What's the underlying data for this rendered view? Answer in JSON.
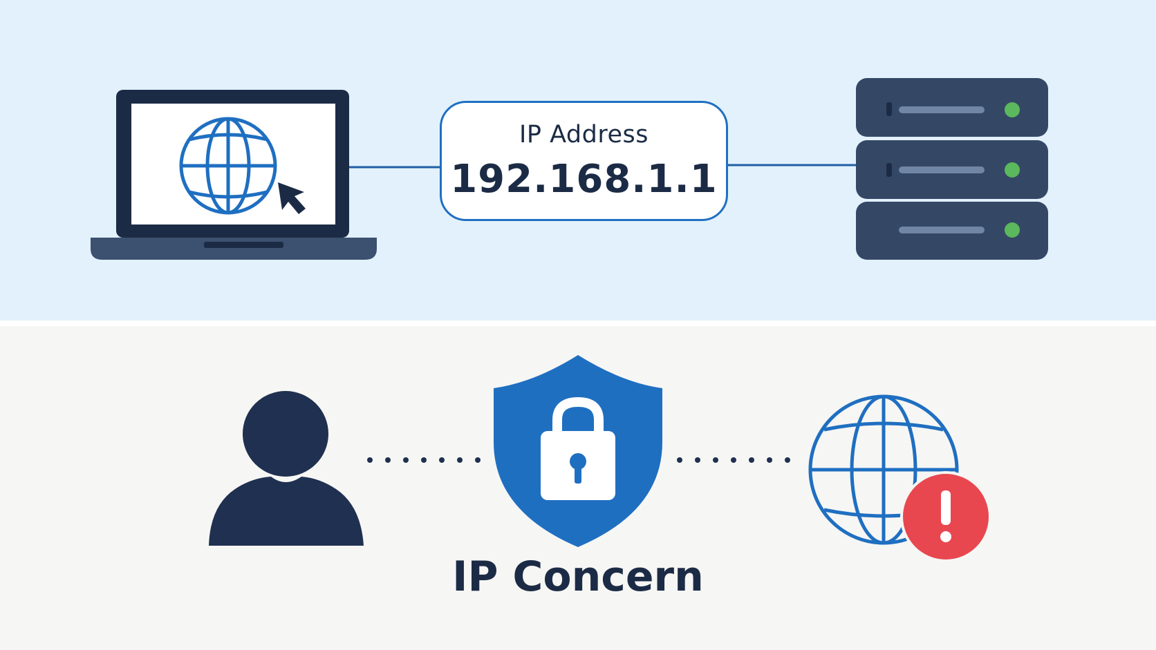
{
  "ip_box": {
    "label": "IP Address",
    "value": "192.168.1.1"
  },
  "caption": "IP Concern",
  "colors": {
    "top_background": "#e2f1fb",
    "bottom_background": "#f6f6f4",
    "navy": "#1c2b45",
    "accent_blue": "#1f6fc1",
    "server_led_green": "#5cb85c",
    "alert_red": "#e8474f"
  },
  "icons": [
    "laptop-icon",
    "globe-icon",
    "cursor-icon",
    "server-rack-icon",
    "user-icon",
    "shield-lock-icon",
    "globe-alert-icon"
  ]
}
